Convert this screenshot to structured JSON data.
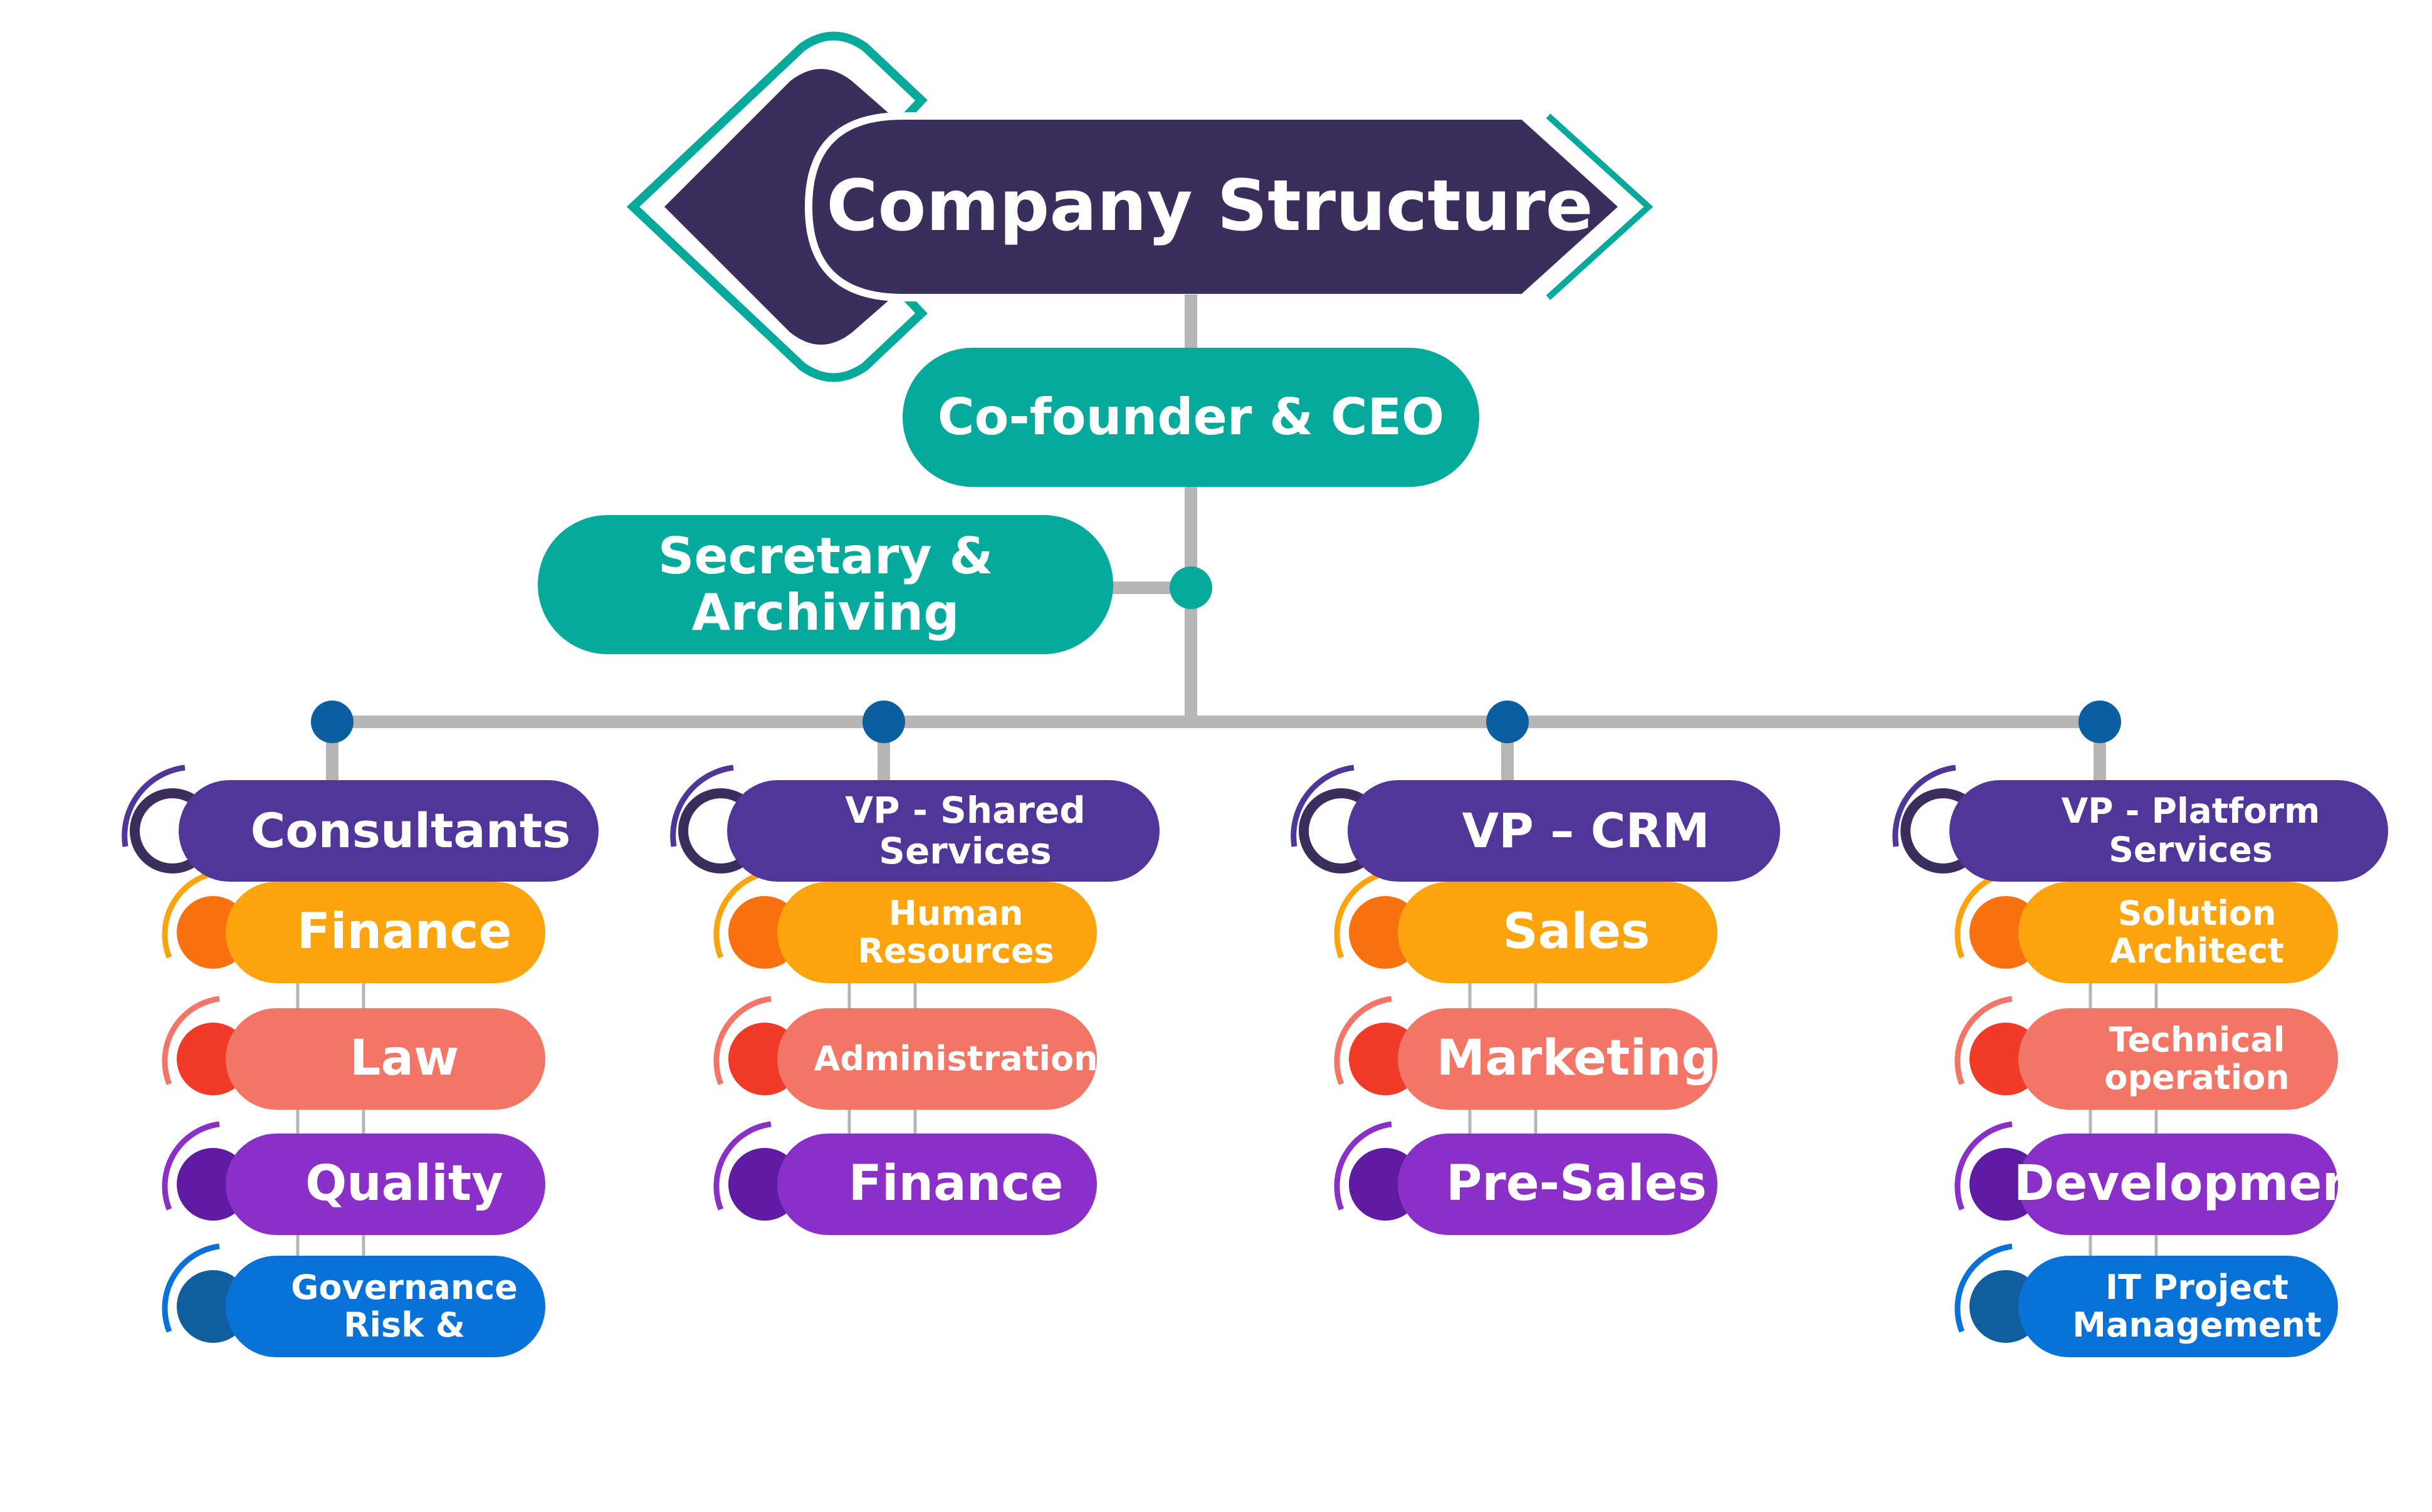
{
  "title": "Company Structure",
  "ceo": "Co-founder & CEO",
  "secretary": "Secretary & Archiving",
  "colors": {
    "navy": "#3b2d5c",
    "teal": "#06aa9c",
    "connector": "#b5b5b5",
    "node": "#0b5ea0",
    "header": "#4f3698",
    "orange": "#fba40d",
    "coral": "#f37566",
    "violet": "#8b2fc9",
    "blue": "#0872d9",
    "dot_orange": "#f7720f",
    "dot_red": "#f23a28",
    "dot_violet": "#5f1ca3",
    "dot_blue": "#115e9f"
  },
  "departments": [
    {
      "name": "Consultants",
      "units": [
        {
          "label": "Finance",
          "tone": "orange"
        },
        {
          "label": "Law",
          "tone": "coral"
        },
        {
          "label": "Quality",
          "tone": "violet"
        },
        {
          "label": "Governance\nRisk &",
          "tone": "blue"
        }
      ]
    },
    {
      "name": "VP - Shared Services",
      "units": [
        {
          "label": "Human\nResources",
          "tone": "orange"
        },
        {
          "label": "Administration",
          "tone": "coral"
        },
        {
          "label": "Finance",
          "tone": "violet"
        }
      ]
    },
    {
      "name": "VP – CRM",
      "units": [
        {
          "label": "Sales",
          "tone": "orange"
        },
        {
          "label": "Marketing",
          "tone": "coral"
        },
        {
          "label": "Pre-Sales",
          "tone": "violet"
        }
      ]
    },
    {
      "name": "VP - Platform Services",
      "units": [
        {
          "label": "Solution\nArchitect",
          "tone": "orange"
        },
        {
          "label": "Technical\noperation",
          "tone": "coral"
        },
        {
          "label": "Development",
          "tone": "violet"
        },
        {
          "label": "IT Project\nManagement",
          "tone": "blue"
        }
      ]
    }
  ]
}
